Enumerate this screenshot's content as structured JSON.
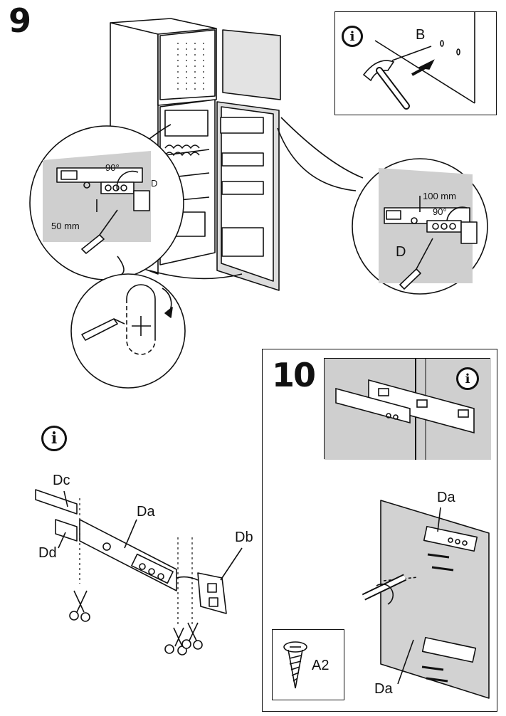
{
  "step9": {
    "number": "9",
    "info_icon": "info-icon",
    "tool_label": "B",
    "angle_left": "90°",
    "part_left": "D",
    "height_left": "50 mm",
    "height_right": "100 mm",
    "angle_right": "90°",
    "part_right": "D"
  },
  "cut_info": {
    "info_icon": "info-icon",
    "labels": {
      "dc": "Dc",
      "dd": "Dd",
      "da": "Da",
      "db": "Db"
    }
  },
  "step10": {
    "number": "10",
    "info_icon": "info-icon",
    "part_top": "Da",
    "part_bottom": "Da",
    "screw_label": "A2"
  }
}
